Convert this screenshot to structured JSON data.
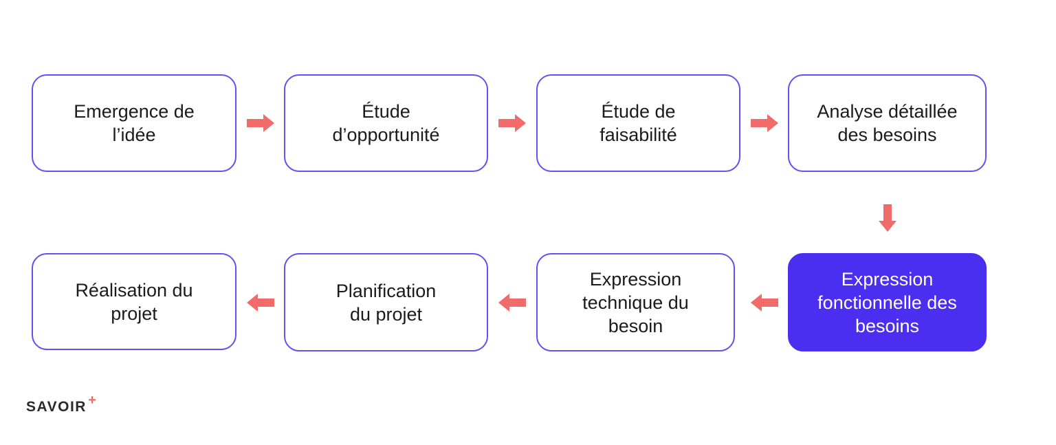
{
  "colors": {
    "border": "#6a4cf0",
    "highlight": "#4b2ff0",
    "arrow": "#f26b6b",
    "text": "#1b1b1b"
  },
  "steps": [
    {
      "label": "Emergence de\nl’idée"
    },
    {
      "label": "Étude\nd’opportunité"
    },
    {
      "label": "Étude de\nfaisabilité"
    },
    {
      "label": "Analyse détaillée\ndes besoins"
    },
    {
      "label": "Expression\nfonctionnelle des\nbesoins"
    },
    {
      "label": "Expression\ntechnique du\nbesoin"
    },
    {
      "label": "Planification\ndu projet"
    },
    {
      "label": "Réalisation du\nprojet"
    }
  ],
  "logo": {
    "text": "SAVOIR",
    "mark": "+"
  }
}
